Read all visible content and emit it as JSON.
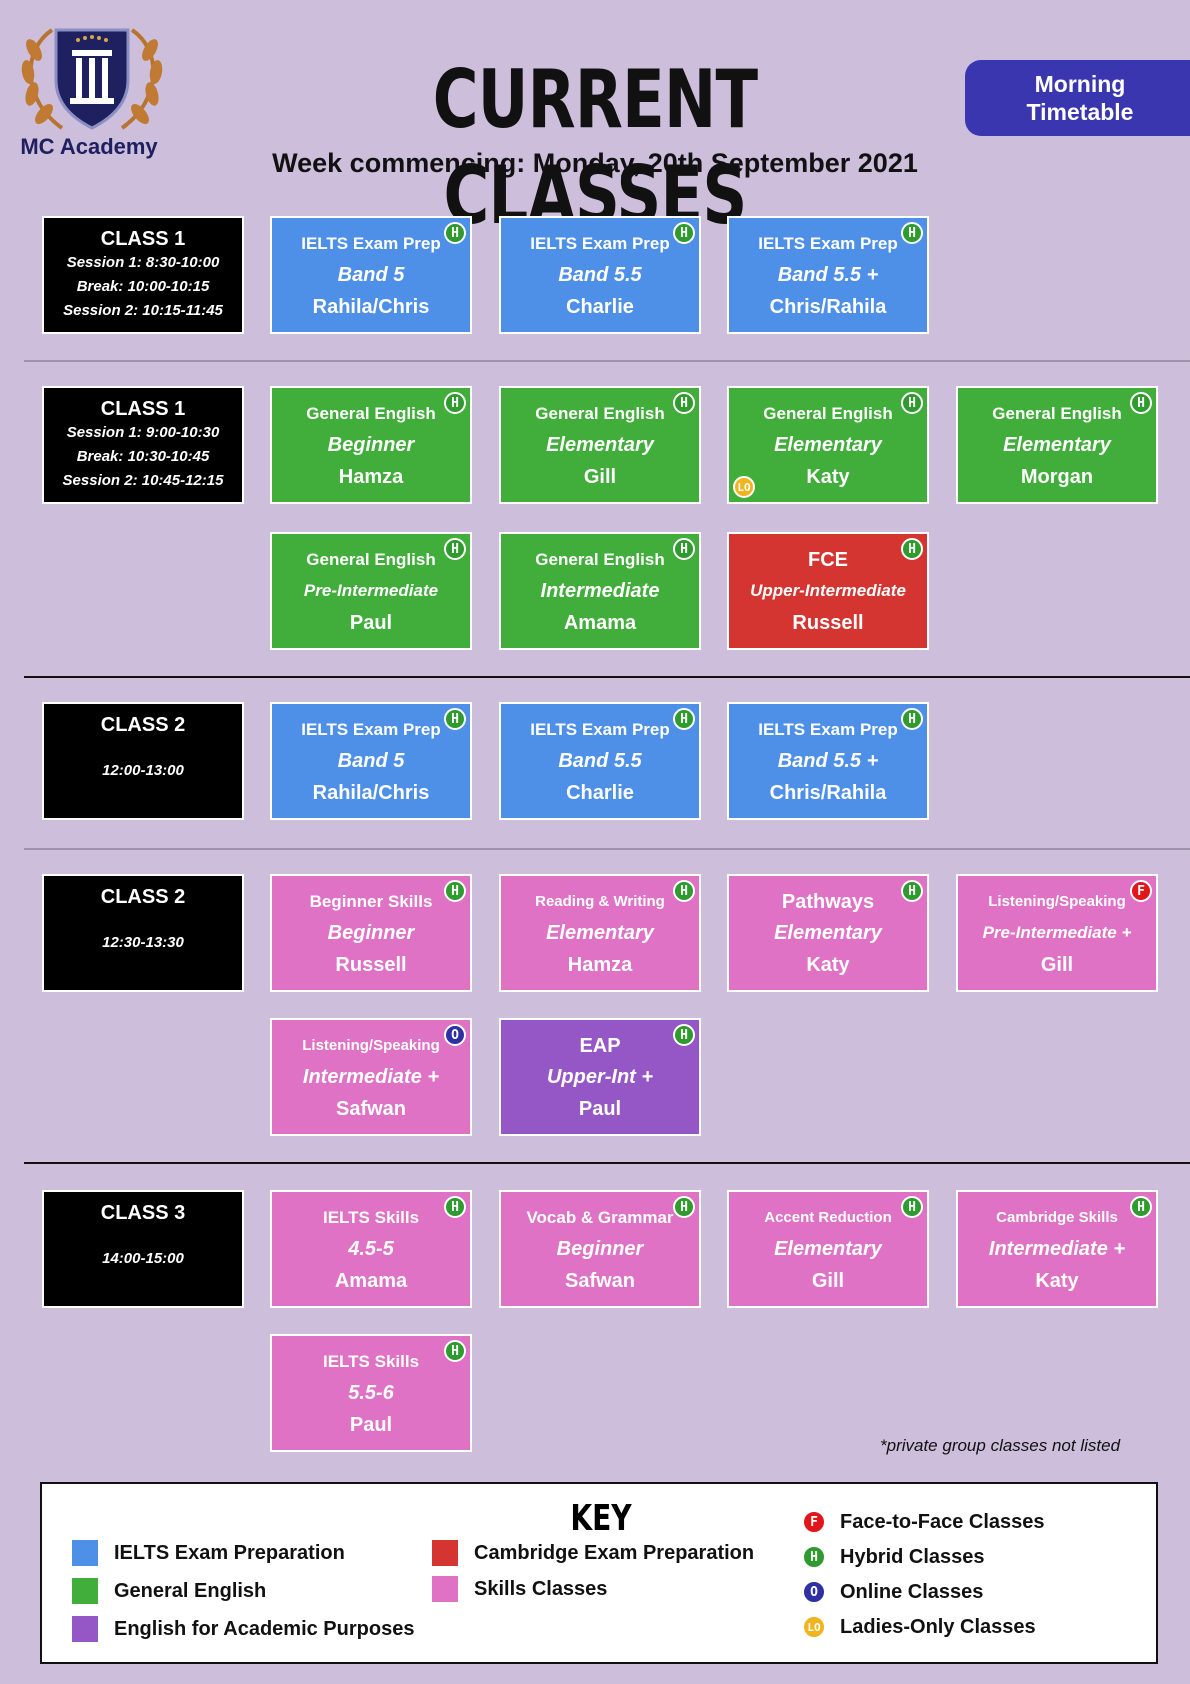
{
  "header": {
    "logo_text": "MC Academy",
    "title": "CURRENT CLASSES",
    "subtitle": "Week commencing: Monday, 20th September 2021",
    "badge_line1": "Morning",
    "badge_line2": "Timetable"
  },
  "sections": [
    {
      "timebox": {
        "class": "CLASS 1",
        "lines": [
          "Session 1: 8:30-10:00",
          "Break: 10:00-10:15",
          "Session 2: 10:15-11:45"
        ]
      },
      "cards": [
        {
          "color": "blue",
          "l1": "IELTS Exam Prep",
          "l2": "Band 5",
          "l3": "Rahila/Chris",
          "mode": "H"
        },
        {
          "color": "blue",
          "l1": "IELTS Exam Prep",
          "l2": "Band 5.5",
          "l3": "Charlie",
          "mode": "H"
        },
        {
          "color": "blue",
          "l1": "IELTS Exam Prep",
          "l2": "Band 5.5 +",
          "l3": "Chris/Rahila",
          "mode": "H"
        }
      ]
    },
    {
      "timebox": {
        "class": "CLASS 1",
        "lines": [
          "Session 1: 9:00-10:30",
          "Break: 10:30-10:45",
          "Session 2: 10:45-12:15"
        ]
      },
      "cards": [
        {
          "color": "green",
          "l1": "General English",
          "l2": "Beginner",
          "l3": "Hamza",
          "mode": "H"
        },
        {
          "color": "green",
          "l1": "General English",
          "l2": "Elementary",
          "l3": "Gill",
          "mode": "H"
        },
        {
          "color": "green",
          "l1": "General English",
          "l2": "Elementary",
          "l3": "Katy",
          "mode": "H",
          "lo": "LO"
        },
        {
          "color": "green",
          "l1": "General English",
          "l2": "Elementary",
          "l3": "Morgan",
          "mode": "H"
        },
        {
          "color": "green",
          "l1": "General English",
          "l2": "Pre-Intermediate",
          "l3": "Paul",
          "mode": "H"
        },
        {
          "color": "green",
          "l1": "General English",
          "l2": "Intermediate",
          "l3": "Amama",
          "mode": "H"
        },
        {
          "color": "red",
          "l1": "FCE",
          "l2": "Upper-Intermediate",
          "l3": "Russell",
          "mode": "H"
        }
      ]
    },
    {
      "timebox": {
        "class": "CLASS 2",
        "lines": [
          "12:00-13:00"
        ]
      },
      "cards": [
        {
          "color": "blue",
          "l1": "IELTS Exam Prep",
          "l2": "Band 5",
          "l3": "Rahila/Chris",
          "mode": "H"
        },
        {
          "color": "blue",
          "l1": "IELTS Exam Prep",
          "l2": "Band 5.5",
          "l3": "Charlie",
          "mode": "H"
        },
        {
          "color": "blue",
          "l1": "IELTS Exam Prep",
          "l2": "Band 5.5 +",
          "l3": "Chris/Rahila",
          "mode": "H"
        }
      ]
    },
    {
      "timebox": {
        "class": "CLASS 2",
        "lines": [
          "12:30-13:30"
        ]
      },
      "cards": [
        {
          "color": "pink",
          "l1": "Beginner Skills",
          "l2": "Beginner",
          "l3": "Russell",
          "mode": "H"
        },
        {
          "color": "pink",
          "l1": "Reading & Writing",
          "l2": "Elementary",
          "l3": "Hamza",
          "mode": "H"
        },
        {
          "color": "pink",
          "l1": "Pathways",
          "l2": "Elementary",
          "l3": "Katy",
          "mode": "H"
        },
        {
          "color": "pink",
          "l1": "Listening/Speaking",
          "l2": "Pre-Intermediate +",
          "l3": "Gill",
          "mode": "F"
        },
        {
          "color": "pink",
          "l1": "Listening/Speaking",
          "l2": "Intermediate +",
          "l3": "Safwan",
          "mode": "O"
        },
        {
          "color": "purple",
          "l1": "EAP",
          "l2": "Upper-Int +",
          "l3": "Paul",
          "mode": "H"
        }
      ]
    },
    {
      "timebox": {
        "class": "CLASS 3",
        "lines": [
          "14:00-15:00"
        ]
      },
      "cards": [
        {
          "color": "pink",
          "l1": "IELTS Skills",
          "l2": "4.5-5",
          "l3": "Amama",
          "mode": "H"
        },
        {
          "color": "pink",
          "l1": "Vocab & Grammar",
          "l2": "Beginner",
          "l3": "Safwan",
          "mode": "H"
        },
        {
          "color": "pink",
          "l1": "Accent Reduction",
          "l2": "Elementary",
          "l3": "Gill",
          "mode": "H"
        },
        {
          "color": "pink",
          "l1": "Cambridge Skills",
          "l2": "Intermediate +",
          "l3": "Katy",
          "mode": "H"
        },
        {
          "color": "pink",
          "l1": "IELTS Skills",
          "l2": "5.5-6",
          "l3": "Paul",
          "mode": "H"
        }
      ]
    }
  ],
  "note": "*private group classes not listed",
  "key": {
    "title": "KEY",
    "categories": [
      {
        "label": "IELTS Exam Preparation",
        "color": "#4e8fe8"
      },
      {
        "label": "General English",
        "color": "#41ad3b"
      },
      {
        "label": "English for Academic Purposes",
        "color": "#9657c6"
      },
      {
        "label": "Cambridge Exam Preparation",
        "color": "#d43531"
      },
      {
        "label": "Skills Classes",
        "color": "#df72c4"
      }
    ],
    "modes": [
      {
        "symbol": "F",
        "label": "Face-to-Face Classes",
        "color": "#e0161b"
      },
      {
        "symbol": "H",
        "label": "Hybrid Classes",
        "color": "#2f9a2e"
      },
      {
        "symbol": "O",
        "label": "Online Classes",
        "color": "#2f30a4"
      },
      {
        "symbol": "LO",
        "label": "Ladies-Only Classes",
        "color": "#f0b51e"
      }
    ]
  }
}
